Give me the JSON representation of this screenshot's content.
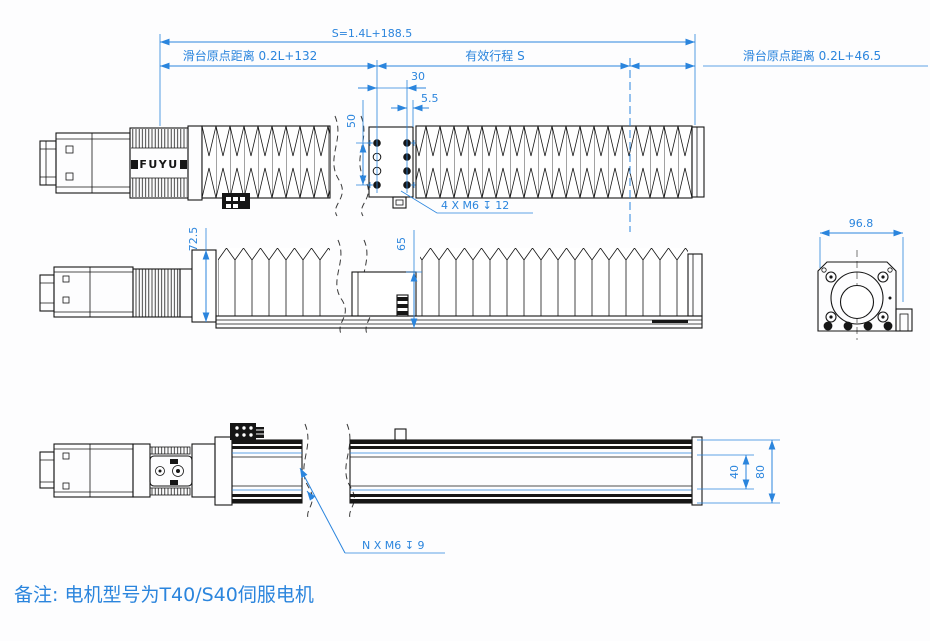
{
  "labels": {
    "total": "S=1.4L+188.5",
    "origin_left": "滑台原点距离 0.2L+132",
    "travel": "有效行程 S",
    "origin_right": "滑台原点距离 0.2L+46.5",
    "d30": "30",
    "d5_5": "5.5",
    "d50": "50",
    "d72_5": "72.5",
    "d65": "65",
    "d96_8": "96.8",
    "d40": "40",
    "d80": "80",
    "holes_top": "4 X M6 ↧ 12",
    "holes_side": "N X M6 ↧ 9"
  },
  "brand": {
    "text": "FUYU"
  },
  "note": {
    "text": "备注: 电机型号为T40/S40伺服电机"
  },
  "colors": {
    "dimension_blue": "#2b85dd",
    "line_black": "#161616"
  }
}
